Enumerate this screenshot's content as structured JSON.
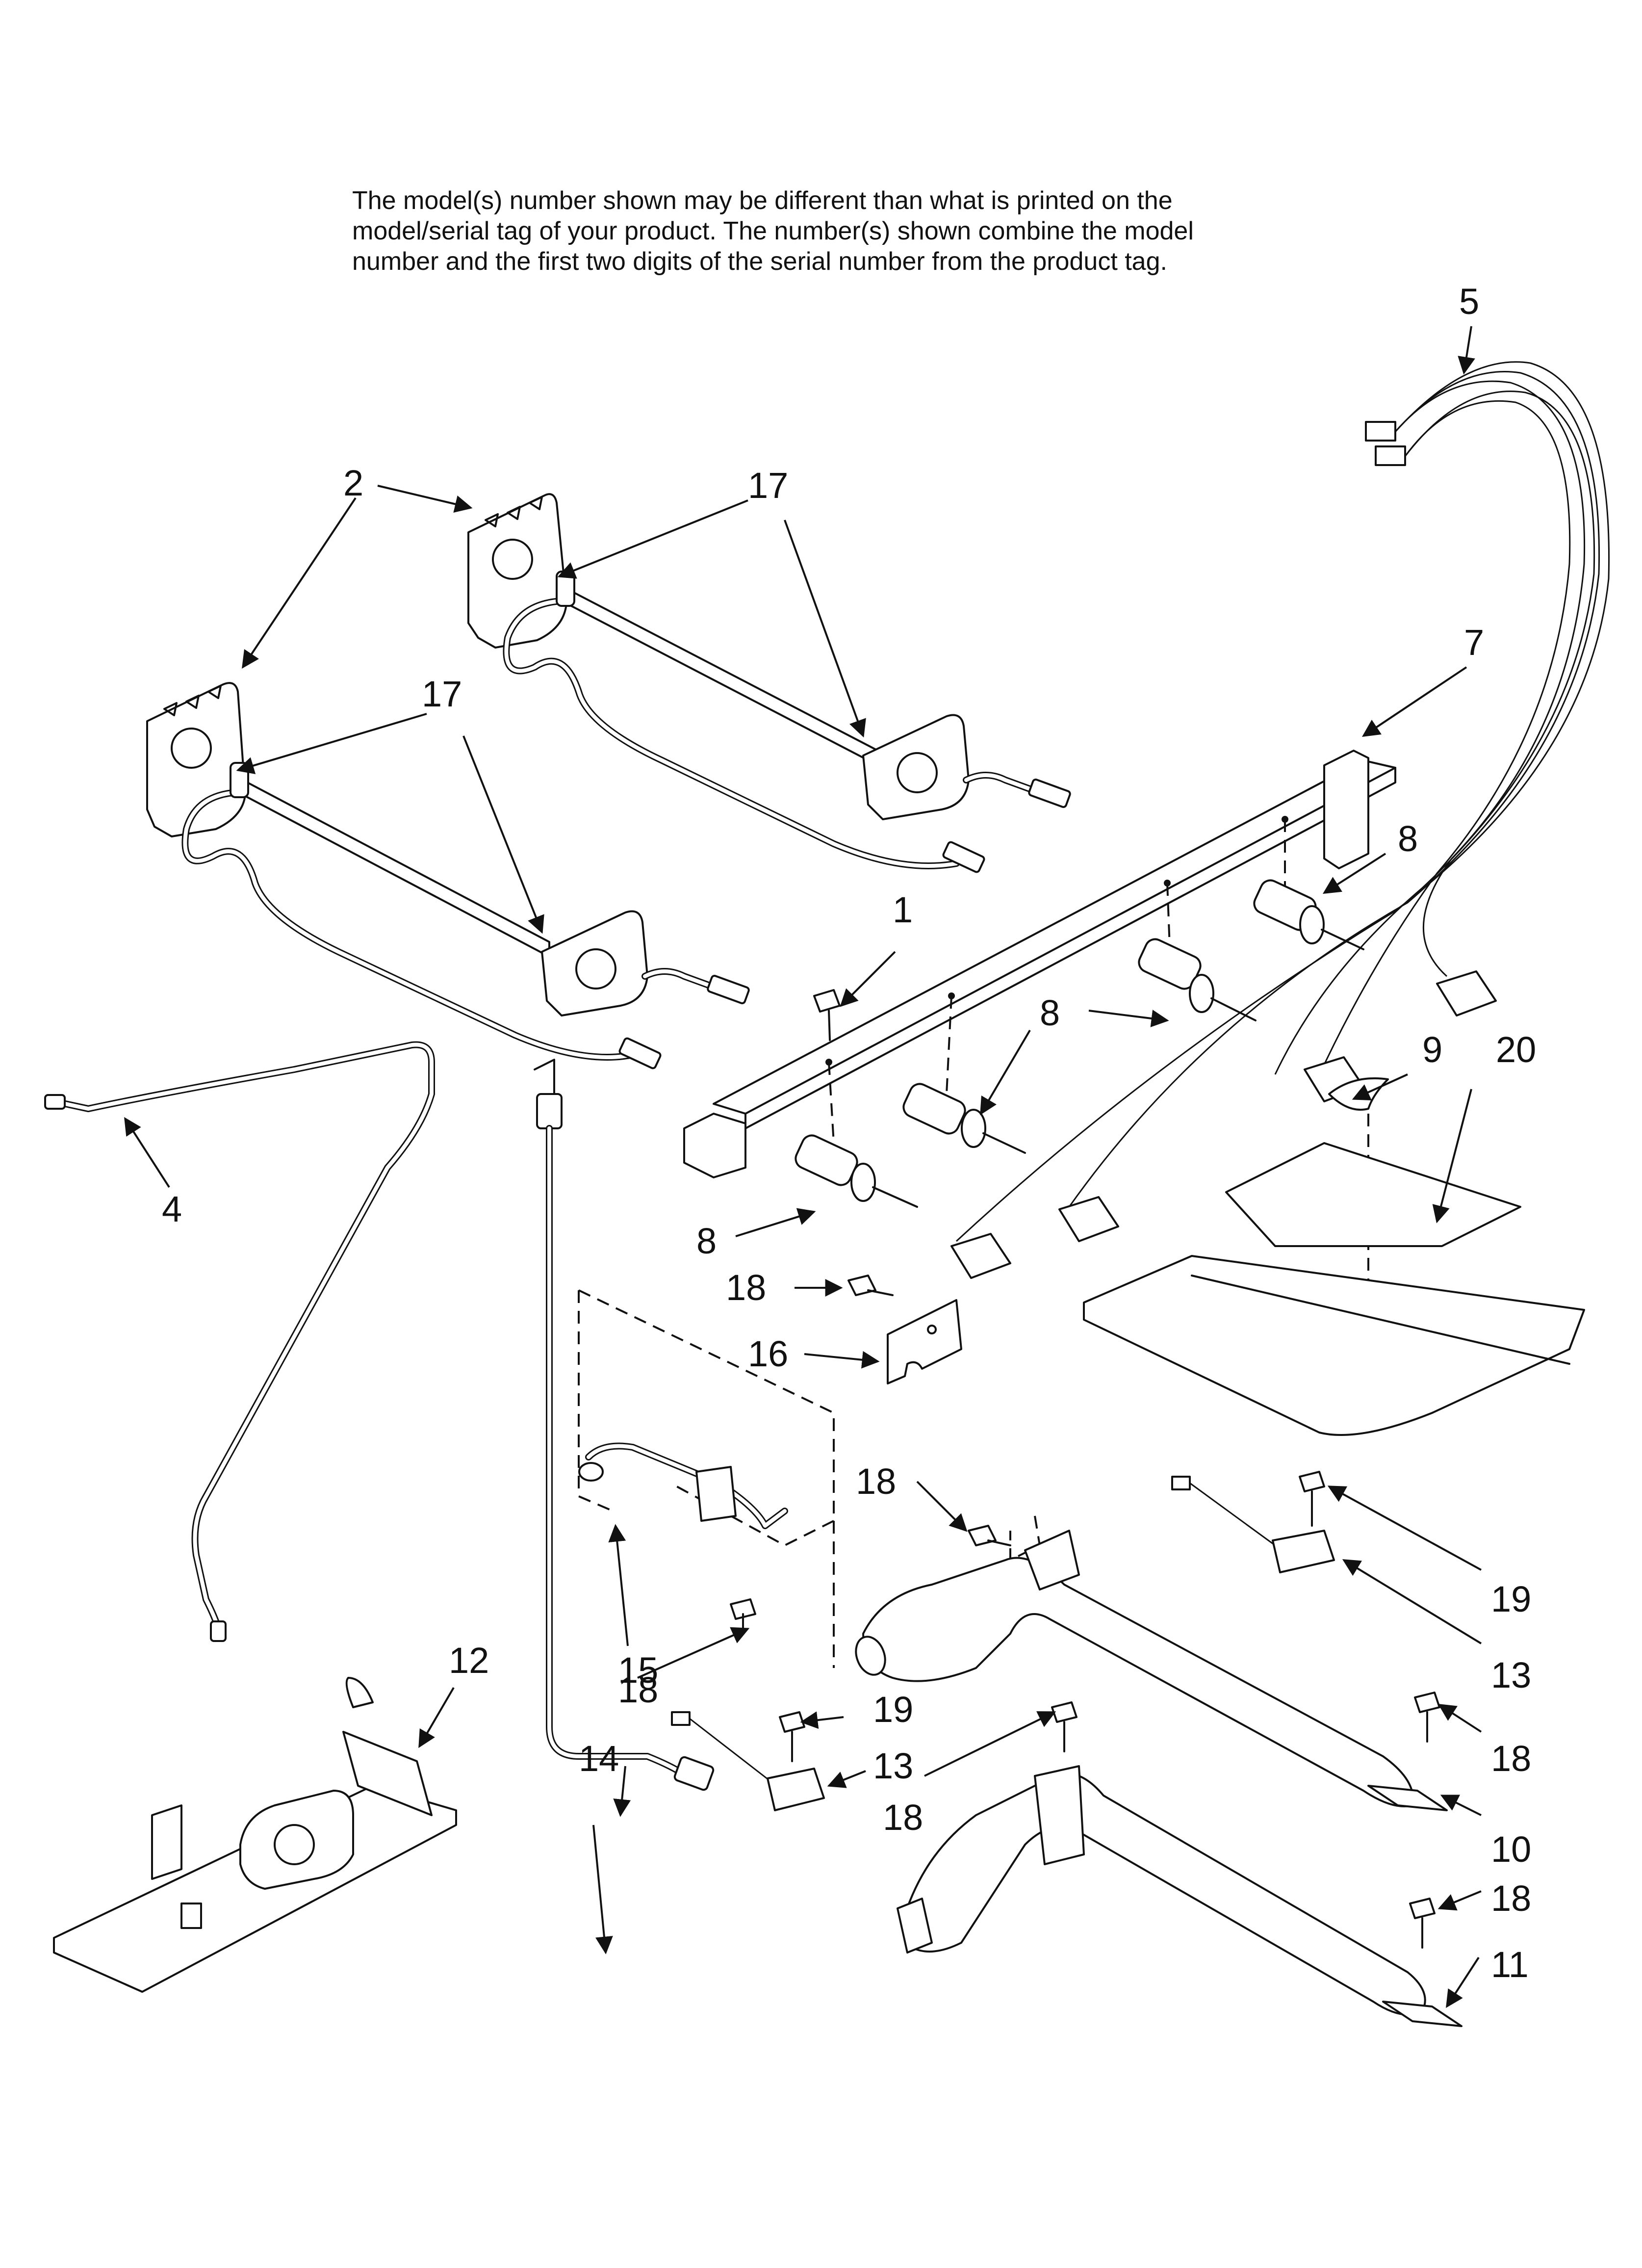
{
  "note": {
    "line1": "The model(s) number shown may be different than what is printed on the",
    "line2": "model/serial tag of your product. The number(s) shown combine the model",
    "line3": "number and the first two digits of the serial number from the product tag."
  },
  "callouts": {
    "c1": "1",
    "c2": "2",
    "c4": "4",
    "c5": "5",
    "c7": "7",
    "c8a": "8",
    "c8b": "8",
    "c8c": "8",
    "c9": "9",
    "c10": "10",
    "c11": "11",
    "c12": "12",
    "c13a": "13",
    "c13b": "13",
    "c14": "14",
    "c15": "15",
    "c16": "16",
    "c17a": "17",
    "c17b": "17",
    "c18a": "18",
    "c18b": "18",
    "c18c": "18",
    "c18d": "18",
    "c18e": "18",
    "c18f": "18",
    "c19a": "19",
    "c19b": "19",
    "c20": "20"
  }
}
